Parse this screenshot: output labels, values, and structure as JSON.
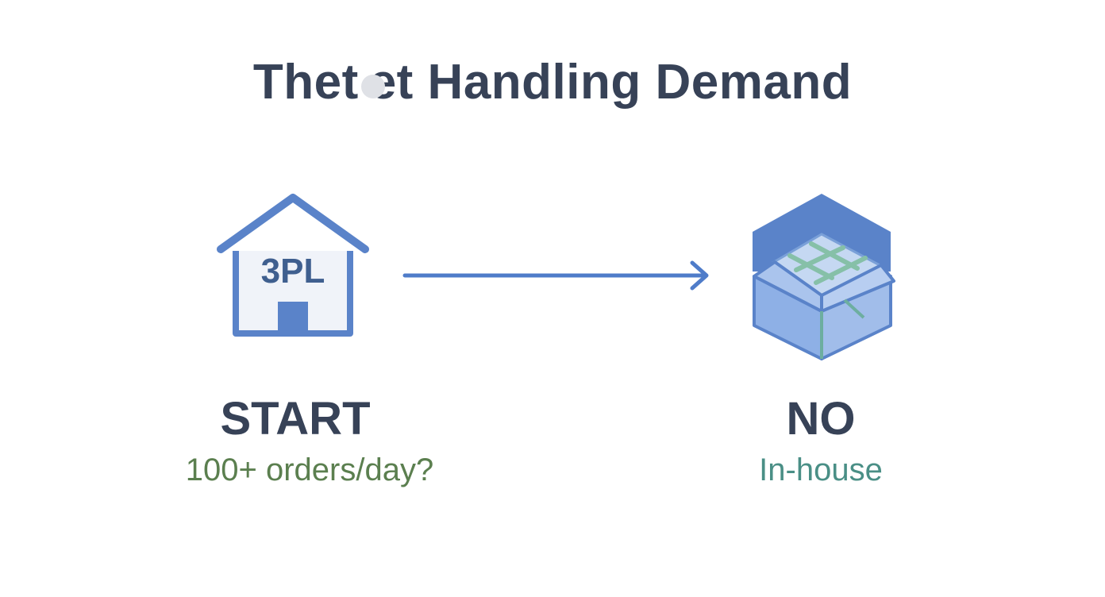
{
  "title": "Thet et Handling Demand",
  "colors": {
    "accent_blue": "#4f7cc9",
    "text_dark": "#374257",
    "green_text": "#5b7f4f",
    "teal_text": "#4a8f86"
  },
  "nodes": {
    "start": {
      "icon": "warehouse-house-icon",
      "icon_text": "3PL",
      "label": "START",
      "sublabel": "100+ orders/day?"
    },
    "no": {
      "icon": "open-box-icon",
      "label": "NO",
      "sublabel": "In-house"
    }
  },
  "edges": [
    {
      "from": "start",
      "to": "no",
      "icon": "right-arrow-icon"
    }
  ]
}
